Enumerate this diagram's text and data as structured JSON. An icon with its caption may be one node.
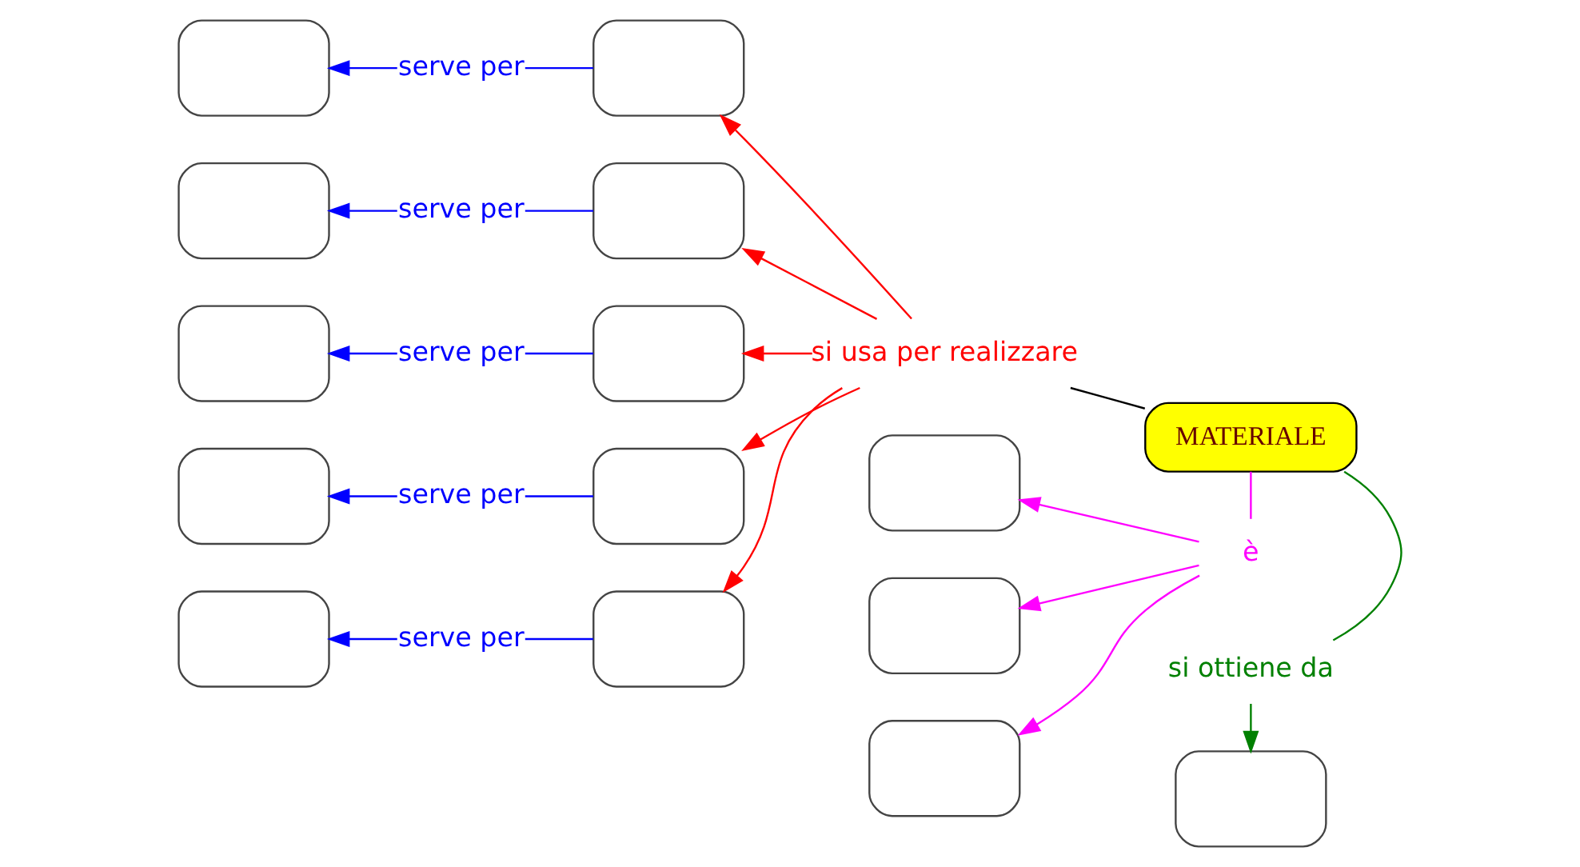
{
  "diagram": {
    "nodes": [
      {
        "text": [],
        "shape": "box"
      },
      {
        "text": [
          "serve per"
        ]
      },
      {
        "text": [],
        "shape": "box"
      },
      {
        "text": [],
        "shape": "box"
      },
      {
        "text": [],
        "shape": "box"
      },
      {
        "text": [
          "serve per"
        ]
      },
      {
        "text": [],
        "shape": "box"
      },
      {
        "text": [
          "si ottiene da"
        ]
      },
      {
        "text": [],
        "shape": "box"
      },
      {
        "text": [
          "serve per"
        ]
      },
      {
        "text": [],
        "shape": "box"
      },
      {
        "text": [
          "si usa per realizzare"
        ]
      },
      {
        "text": [
          "MATERIALE"
        ]
      },
      {
        "text": [],
        "shape": "box"
      },
      {
        "text": [
          "serve per"
        ]
      },
      {
        "text": [],
        "shape": "box"
      },
      {
        "text": [
          "è"
        ]
      },
      {
        "text": [],
        "shape": "box"
      },
      {
        "text": [
          "serve per"
        ]
      },
      {
        "text": [],
        "shape": "box"
      },
      {
        "text": [],
        "shape": "box"
      },
      {
        "text": [],
        "shape": "box"
      },
      {
        "text": [],
        "shape": "box"
      }
    ],
    "edges": [
      {
        "from": 12,
        "to": 7,
        "arrow": "none",
        "color": "#008000"
      },
      {
        "from": 7,
        "to": 3,
        "arrow": "to",
        "color": "#008000"
      },
      {
        "from": 12,
        "to": 11,
        "arrow": "none",
        "color": "#000000"
      },
      {
        "from": 11,
        "to": 2,
        "arrow": "to",
        "color": "#ff0000"
      },
      {
        "from": 11,
        "to": 6,
        "arrow": "to",
        "color": "#ff0000"
      },
      {
        "from": 11,
        "to": 10,
        "arrow": "to",
        "color": "#ff0000"
      },
      {
        "from": 11,
        "to": 15,
        "arrow": "to",
        "color": "#ff0000"
      },
      {
        "from": 11,
        "to": 19,
        "arrow": "to",
        "color": "#ff0000"
      },
      {
        "from": 12,
        "to": 16,
        "arrow": "none",
        "color": "#ff00ff"
      },
      {
        "from": 16,
        "to": 20,
        "arrow": "to",
        "color": "#ff00ff"
      },
      {
        "from": 16,
        "to": 21,
        "arrow": "to",
        "color": "#ff00ff"
      },
      {
        "from": 16,
        "to": 22,
        "arrow": "to",
        "color": "#ff00ff"
      },
      {
        "from": 2,
        "to": 1,
        "arrow": "none"
      },
      {
        "from": 1,
        "to": 0,
        "arrow": "to"
      },
      {
        "from": 6,
        "to": 5,
        "arrow": "none"
      },
      {
        "from": 5,
        "to": 4,
        "arrow": "to"
      },
      {
        "from": 10,
        "to": 9,
        "arrow": "none"
      },
      {
        "from": 9,
        "to": 8,
        "arrow": "to"
      },
      {
        "from": 15,
        "to": 14,
        "arrow": "none"
      },
      {
        "from": 14,
        "to": 13,
        "arrow": "to"
      },
      {
        "from": 19,
        "to": 18,
        "arrow": "none"
      },
      {
        "from": 18,
        "to": 17,
        "arrow": "to"
      }
    ]
  }
}
